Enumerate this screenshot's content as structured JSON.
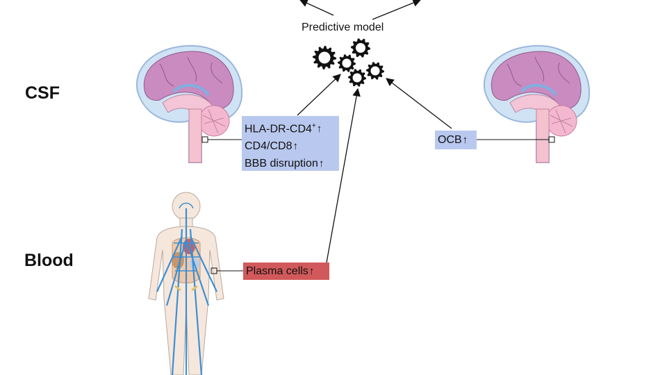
{
  "model": {
    "title": "Predictive model"
  },
  "rows": {
    "csf": "CSF",
    "blood": "Blood"
  },
  "markers": {
    "csf_left": {
      "lines": [
        {
          "text": "HLA-DR-CD4",
          "sup": "+",
          "arrow": "↑"
        },
        {
          "text": "CD4/CD8",
          "arrow": "↑"
        },
        {
          "text": "BBB disruption",
          "arrow": "↑"
        }
      ]
    },
    "csf_right": {
      "text": "OCB",
      "arrow": "↑"
    },
    "blood": {
      "text": "Plasma cells",
      "arrow": "↑"
    }
  },
  "colors": {
    "csf_box": "#b9c8ee",
    "blood_box": "#d1595b",
    "brain_tissue": "#c98bc0",
    "brain_outline": "#9ab6dc",
    "vessels": "#3b8fd6"
  },
  "icons": [
    "gears-icon",
    "brain-sagittal-icon",
    "human-body-vessels-icon"
  ]
}
